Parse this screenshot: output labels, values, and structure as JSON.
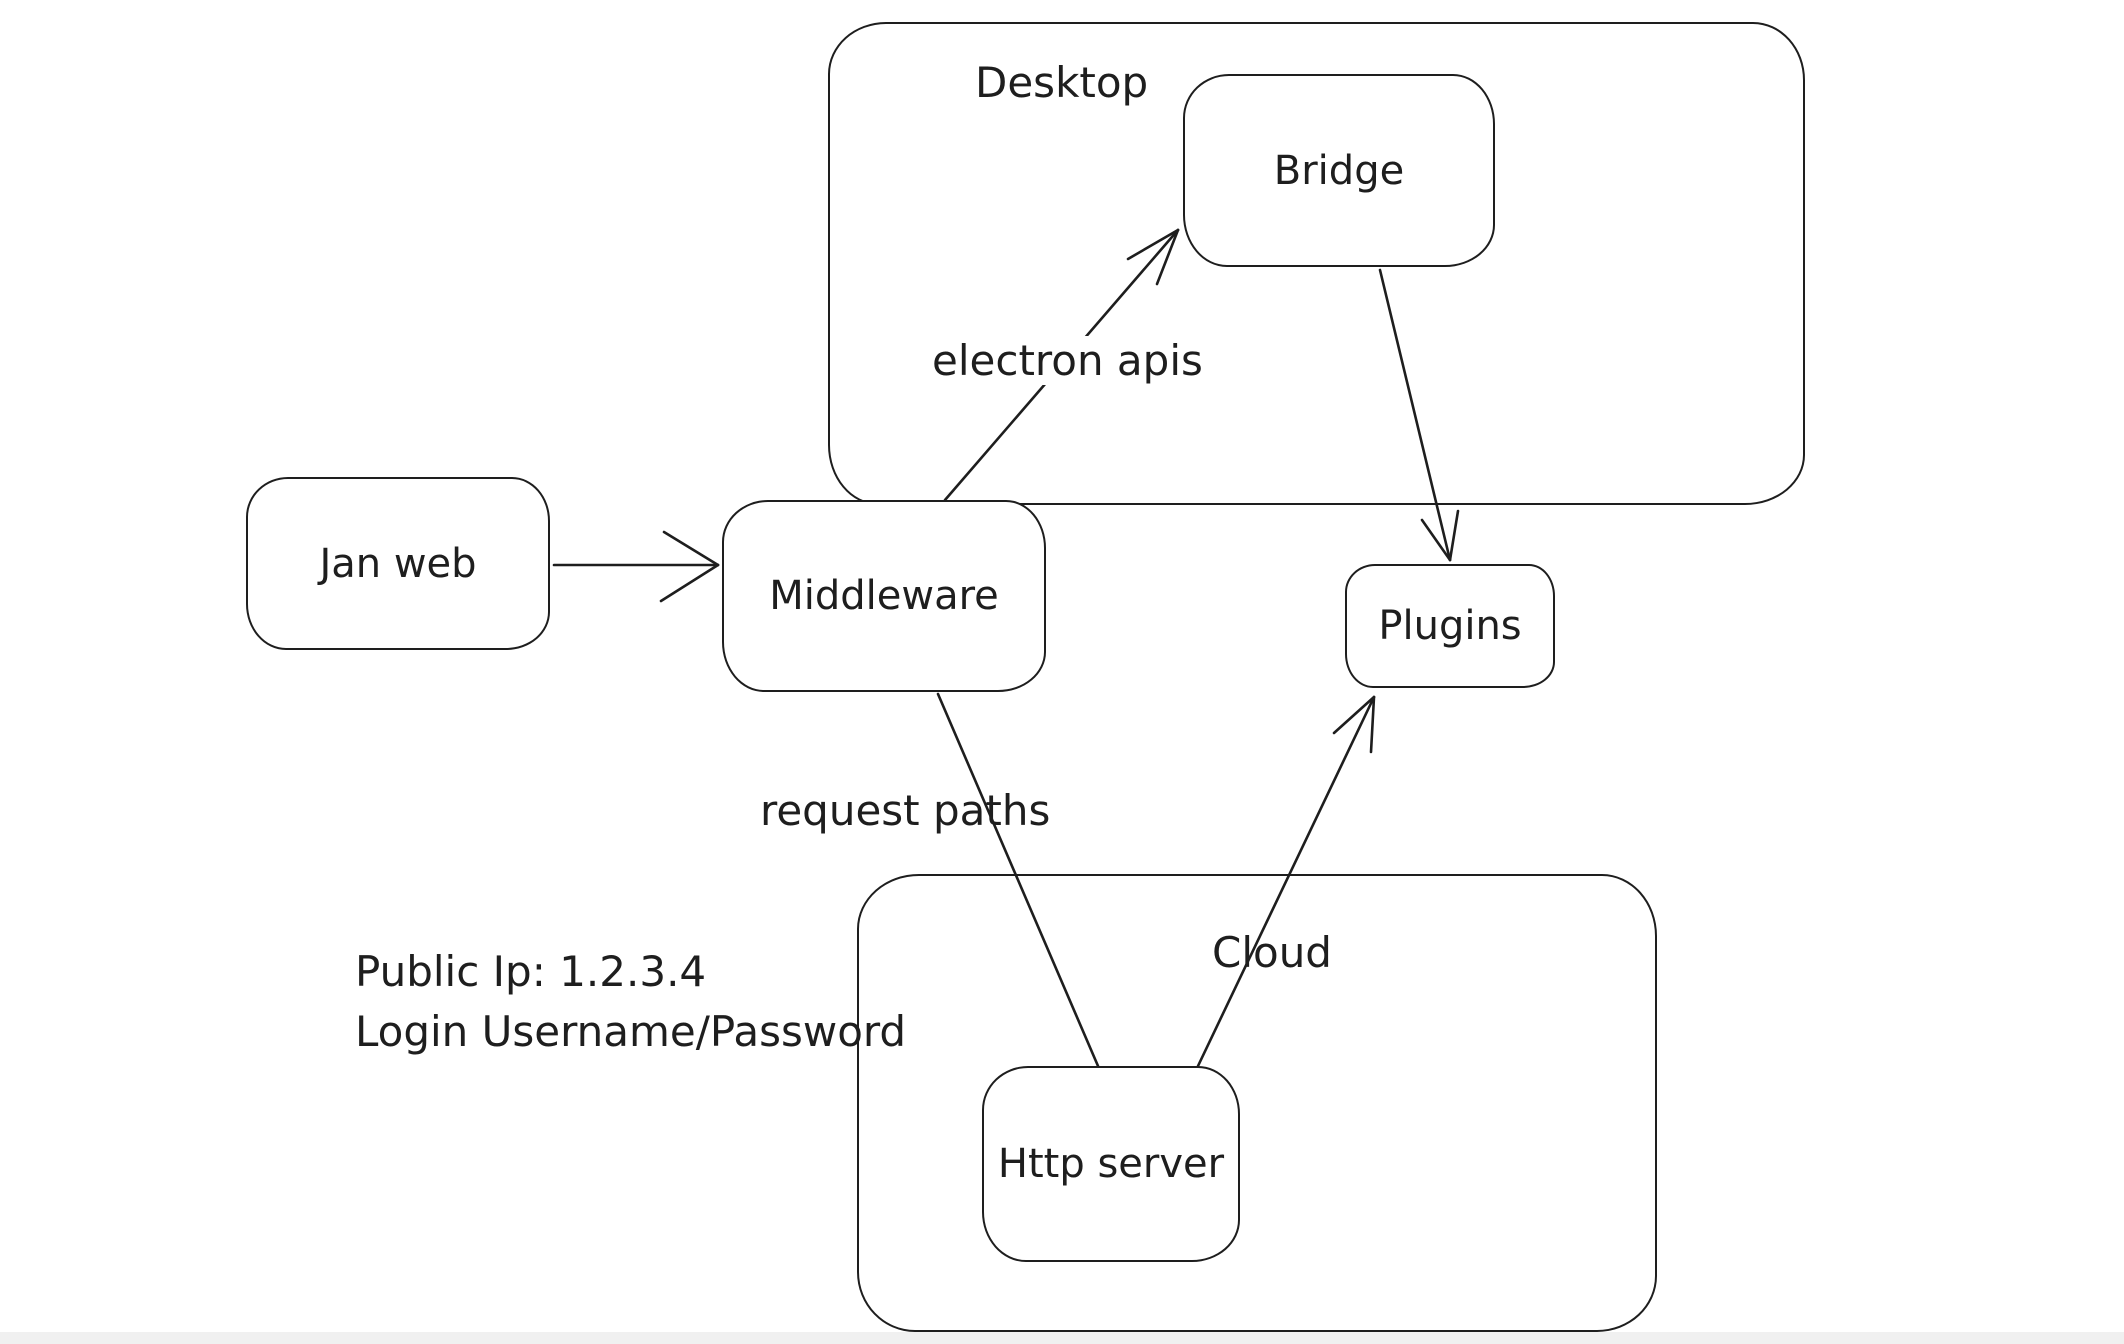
{
  "app": {
    "background_color": "#ffffff",
    "stroke_color": "#1e1e1e",
    "bottom_strip_color": "#f0f0f0"
  },
  "diagram": {
    "containers": [
      {
        "id": "desktop",
        "label": "Desktop"
      },
      {
        "id": "cloud",
        "label": "Cloud"
      }
    ],
    "nodes": [
      {
        "id": "jan-web",
        "label": "Jan web",
        "parent": null
      },
      {
        "id": "middleware",
        "label": "Middleware",
        "parent": null
      },
      {
        "id": "bridge",
        "label": "Bridge",
        "parent": "desktop"
      },
      {
        "id": "plugins",
        "label": "Plugins",
        "parent": null
      },
      {
        "id": "http-server",
        "label": "Http server",
        "parent": "cloud"
      }
    ],
    "edges": [
      {
        "id": "jan-web-to-middleware",
        "from": "jan-web",
        "to": "middleware",
        "label": "",
        "arrowhead": true
      },
      {
        "id": "middleware-to-bridge",
        "from": "middleware",
        "to": "bridge",
        "label": "electron apis",
        "arrowhead": true
      },
      {
        "id": "bridge-to-plugins",
        "from": "bridge",
        "to": "plugins",
        "label": "",
        "arrowhead": true
      },
      {
        "id": "middleware-to-http-server",
        "from": "middleware",
        "to": "http-server",
        "label": "request paths",
        "arrowhead": false
      },
      {
        "id": "http-server-to-plugins",
        "from": "http-server",
        "to": "plugins",
        "label": "",
        "arrowhead": true
      }
    ],
    "annotations": [
      {
        "id": "credentials",
        "lines": [
          "Public Ip: 1.2.3.4",
          "Login Username/Password"
        ]
      }
    ]
  }
}
